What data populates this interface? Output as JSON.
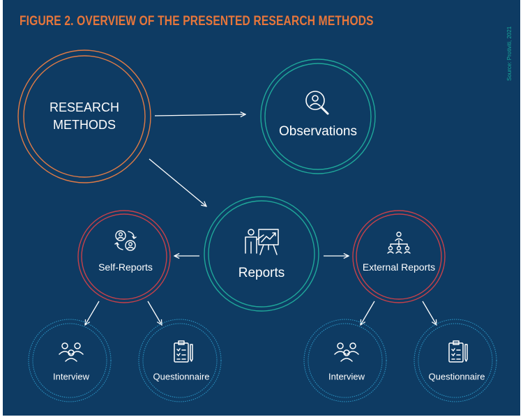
{
  "title": "FIGURE 2. OVERVIEW OF THE PRESENTED RESEARCH METHODS",
  "source": "Source: Protiviti, 2021",
  "colors": {
    "background": "#0e3b63",
    "title": "#e7763b",
    "orange_ring": "#e07b46",
    "teal_ring": "#1fa79a",
    "red_ring": "#c6414a",
    "blue_ring": "#2b93c2",
    "line": "#ffffff"
  },
  "nodes": {
    "research_methods": {
      "line1": "RESEARCH",
      "line2": "METHODS"
    },
    "observations": {
      "label": "Observations",
      "icon": "search-person-icon"
    },
    "reports": {
      "label": "Reports",
      "icon": "presentation-icon"
    },
    "self_reports": {
      "label": "Self-Reports",
      "icon": "people-exchange-icon"
    },
    "external_reports": {
      "label": "External Reports",
      "icon": "hierarchy-icon"
    },
    "interview_left": {
      "label": "Interview",
      "icon": "group-icon"
    },
    "questionnaire_left": {
      "label": "Questionnaire",
      "icon": "clipboard-icon"
    },
    "interview_right": {
      "label": "Interview",
      "icon": "group-icon"
    },
    "questionnaire_right": {
      "label": "Questionnaire",
      "icon": "clipboard-icon"
    }
  },
  "edges": [
    {
      "from": "research_methods",
      "to": "observations"
    },
    {
      "from": "research_methods",
      "to": "reports"
    },
    {
      "from": "reports",
      "to": "self_reports"
    },
    {
      "from": "reports",
      "to": "external_reports"
    },
    {
      "from": "self_reports",
      "to": "interview_left"
    },
    {
      "from": "self_reports",
      "to": "questionnaire_left"
    },
    {
      "from": "external_reports",
      "to": "interview_right"
    },
    {
      "from": "external_reports",
      "to": "questionnaire_right"
    }
  ]
}
